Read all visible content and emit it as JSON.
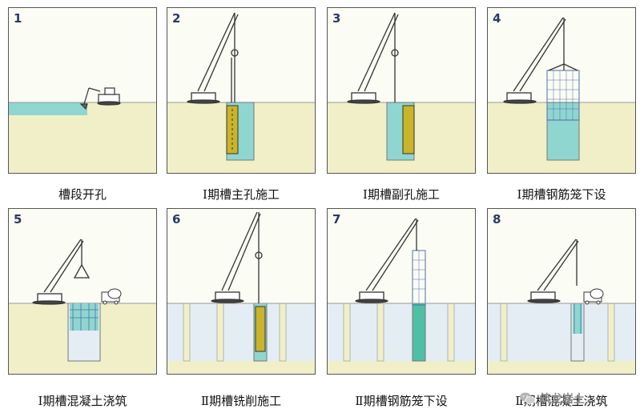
{
  "steps": [
    {
      "number": "1",
      "caption": "槽段开孔"
    },
    {
      "number": "2",
      "caption": "Ⅰ期槽主孔施工"
    },
    {
      "number": "3",
      "caption": "Ⅰ期槽副孔施工"
    },
    {
      "number": "4",
      "caption": "Ⅰ期槽钢筋笼下设"
    },
    {
      "number": "5",
      "caption": "Ⅰ期槽混凝土浇筑"
    },
    {
      "number": "6",
      "caption": "Ⅱ期槽铣削施工"
    },
    {
      "number": "7",
      "caption": "Ⅱ期槽钢筋笼下设"
    },
    {
      "number": "8",
      "caption": "Ⅱ期槽混凝土浇筑"
    }
  ],
  "watermark": {
    "text": "筑龙岩土",
    "icon": "wechat-icon"
  },
  "colors": {
    "ground": "#f1efc8",
    "sky": "#fbfcf4",
    "slurry": "#8fd6d0",
    "panel_concrete": "#e3edf3",
    "crane": "#333333",
    "cage": "#4c6fa8",
    "cutter": "#c9b42a"
  }
}
